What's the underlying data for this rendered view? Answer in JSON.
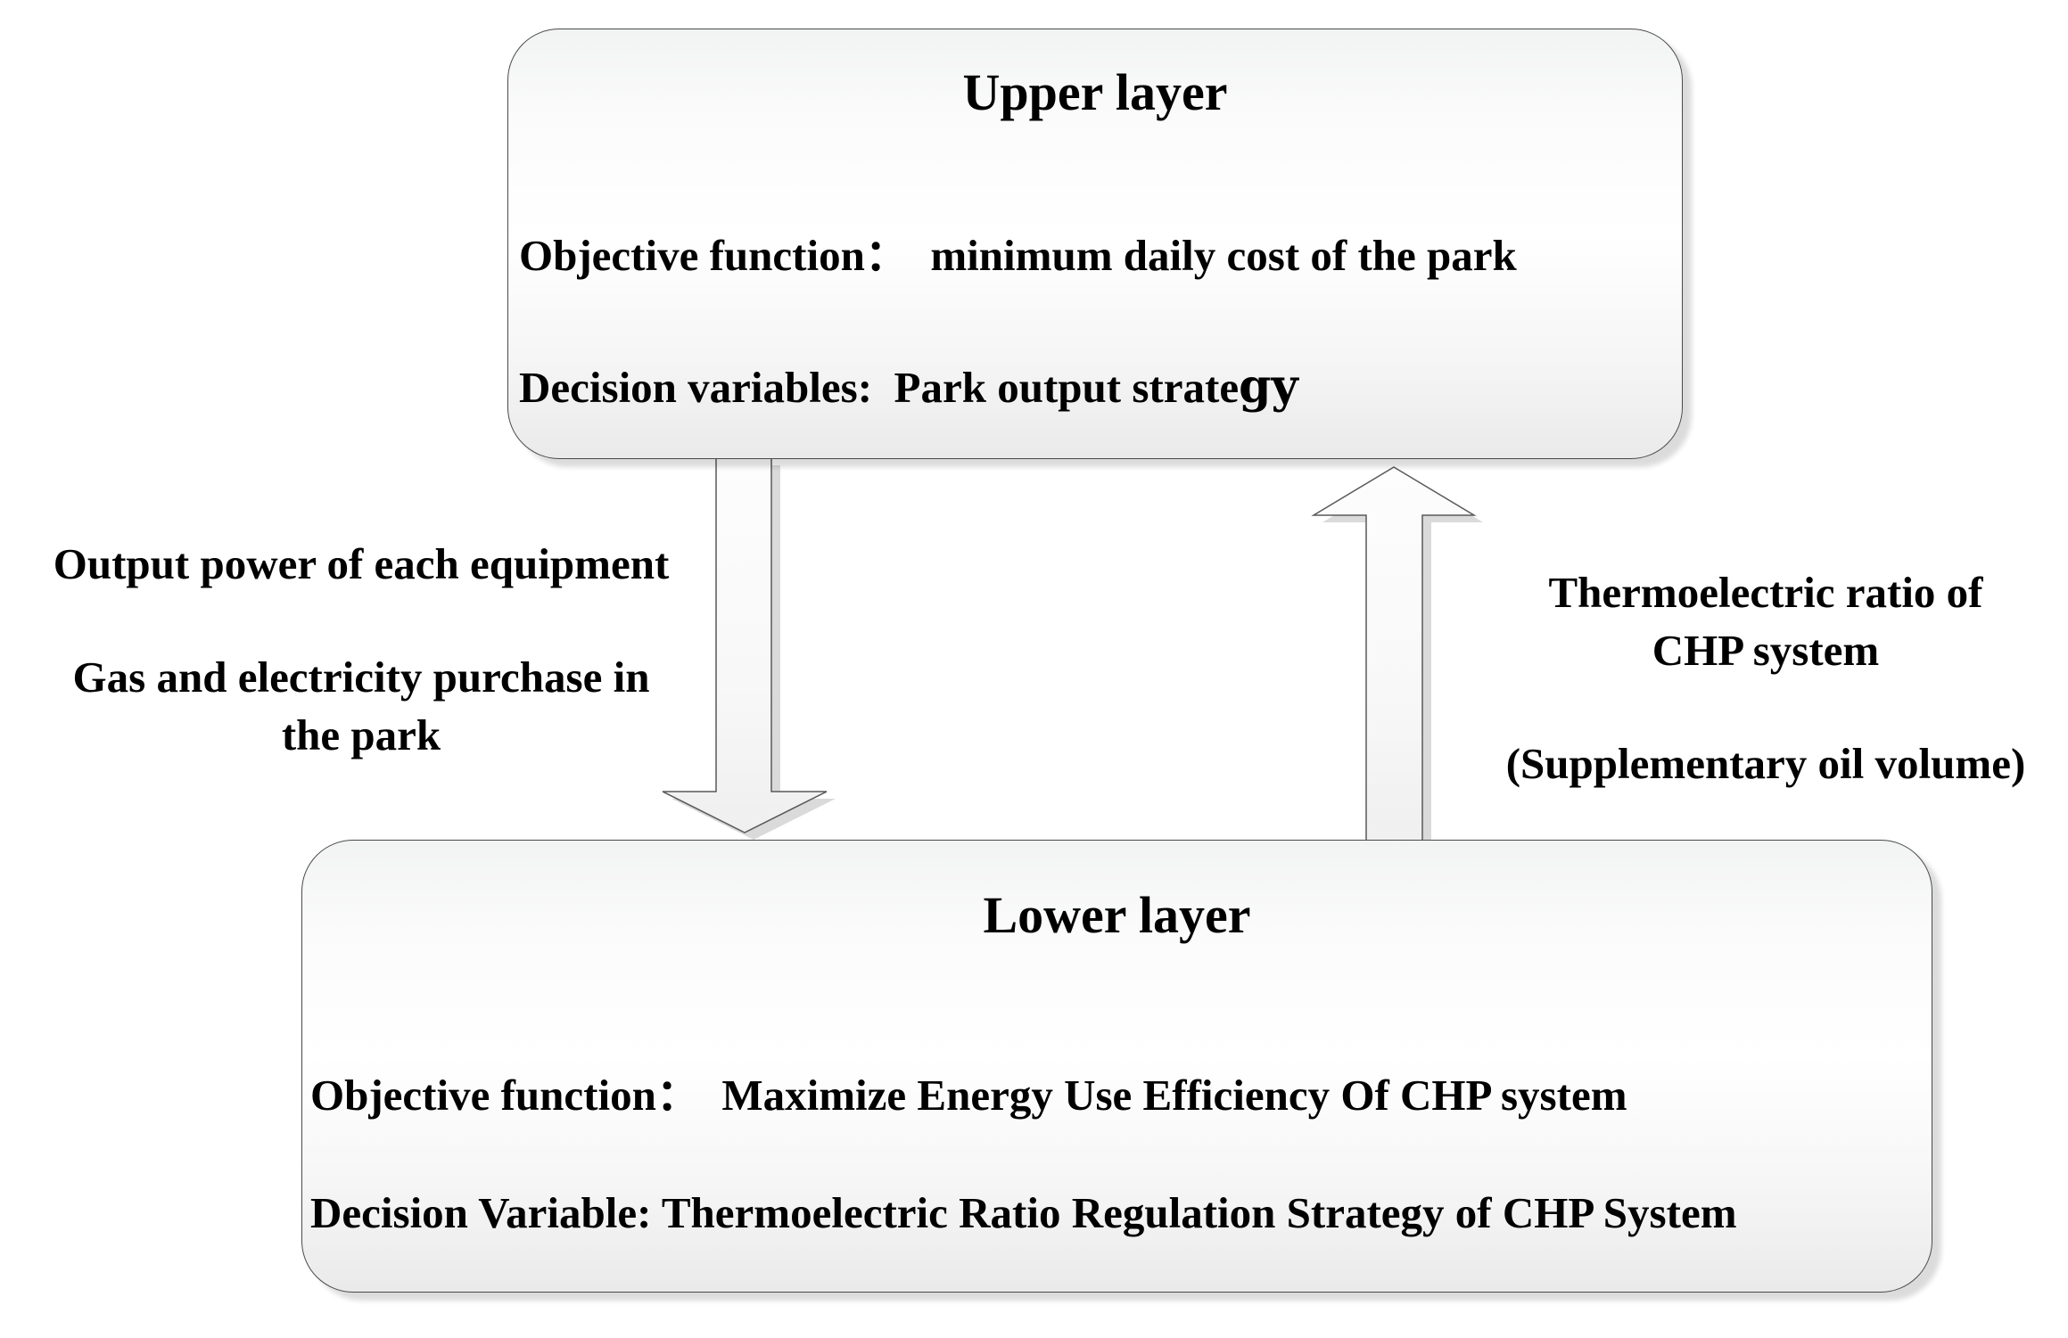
{
  "diagram": {
    "upper_box": {
      "title": "Upper layer",
      "objective_line": "Objective function：  minimum daily cost of the park",
      "decision_line_main": "Decision variables:  Park output strate",
      "decision_line_suffix": "gy"
    },
    "lower_box": {
      "title": "Lower layer",
      "objective_line": "Objective function：  Maximize Energy Use Efficiency Of CHP system",
      "decision_line": "Decision Variable: Thermoelectric Ratio Regulation Strategy of CHP System"
    },
    "left_annotation": {
      "line1": "Output power of each equipment",
      "line2": "Gas and electricity purchase in",
      "line3": "the park"
    },
    "right_annotation": {
      "line1": "Thermoelectric ratio of",
      "line2": "CHP system",
      "line3": "(Supplementary oil volume)"
    },
    "icons": {
      "down_arrow": "arrow-down-icon",
      "up_arrow": "arrow-up-icon"
    },
    "colors": {
      "text": "#000000",
      "box_border": "#4a4a4a",
      "box_fill_top": "#f2f3f3",
      "box_fill_middle": "#ffffff",
      "box_fill_bottom": "#eaeaea",
      "arrow_fill": "#fafafa",
      "arrow_stroke": "#595959",
      "shadow": "#dadada",
      "background": "#ffffff"
    }
  }
}
